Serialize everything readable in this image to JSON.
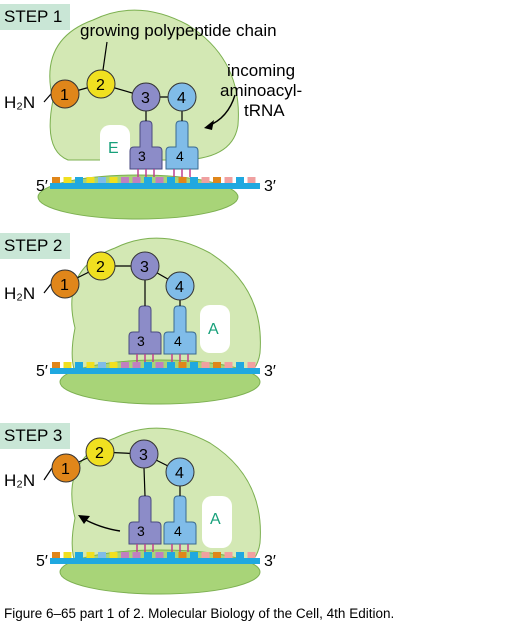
{
  "steps": [
    {
      "label": "STEP 1",
      "site_label": "E",
      "end5": "5′",
      "end3": "3′",
      "amino": "H₂N",
      "residues": [
        "1",
        "2",
        "3",
        "4"
      ],
      "trna_left": "3",
      "trna_right": "4"
    },
    {
      "label": "STEP 2",
      "site_label": "A",
      "end5": "5′",
      "end3": "3′",
      "amino": "H₂N",
      "residues": [
        "1",
        "2",
        "3",
        "4"
      ],
      "trna_left": "3",
      "trna_right": "4"
    },
    {
      "label": "STEP 3",
      "site_label": "A",
      "end5": "5′",
      "end3": "3′",
      "amino": "H₂N",
      "residues": [
        "1",
        "2",
        "3",
        "4"
      ],
      "trna_left": "3",
      "trna_right": "4"
    }
  ],
  "annotations": {
    "growing_chain": "growing polypeptide chain",
    "incoming_line1": "incoming",
    "incoming_line2": "aminoacyl-",
    "incoming_line3": "tRNA"
  },
  "caption": "Figure 6–65 part 1 of 2. Molecular Biology of the Cell, 4th Edition.",
  "colors": {
    "ribosome": "#d3e8b4",
    "ribosome_outline": "#7cb050",
    "residue1": "#e0861a",
    "residue2": "#f0e020",
    "residue3": "#8c8cc8",
    "residue4": "#80bce8",
    "mrna": "#20a8e0",
    "step_label_bg": "#c9e6d6"
  }
}
